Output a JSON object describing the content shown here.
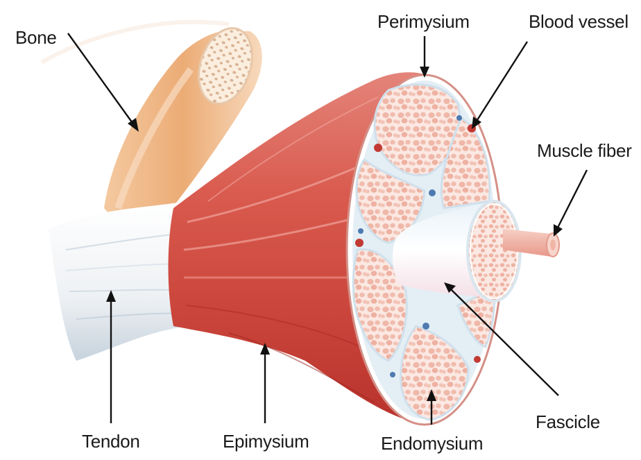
{
  "labels": {
    "bone": "Bone",
    "perimysium": "Perimysium",
    "blood_vessel": "Blood vessel",
    "muscle_fiber": "Muscle fiber",
    "tendon": "Tendon",
    "epimysium": "Epimysium",
    "endomysium": "Endomysium",
    "fascicle": "Fascicle"
  },
  "colors": {
    "muscle": "#d9574a",
    "muscle_dark": "#b8322c",
    "bone": "#f1b98a",
    "tendon": "#f3f4f6",
    "connective": "#dcebf3",
    "fiber": "#f2b9a9"
  }
}
